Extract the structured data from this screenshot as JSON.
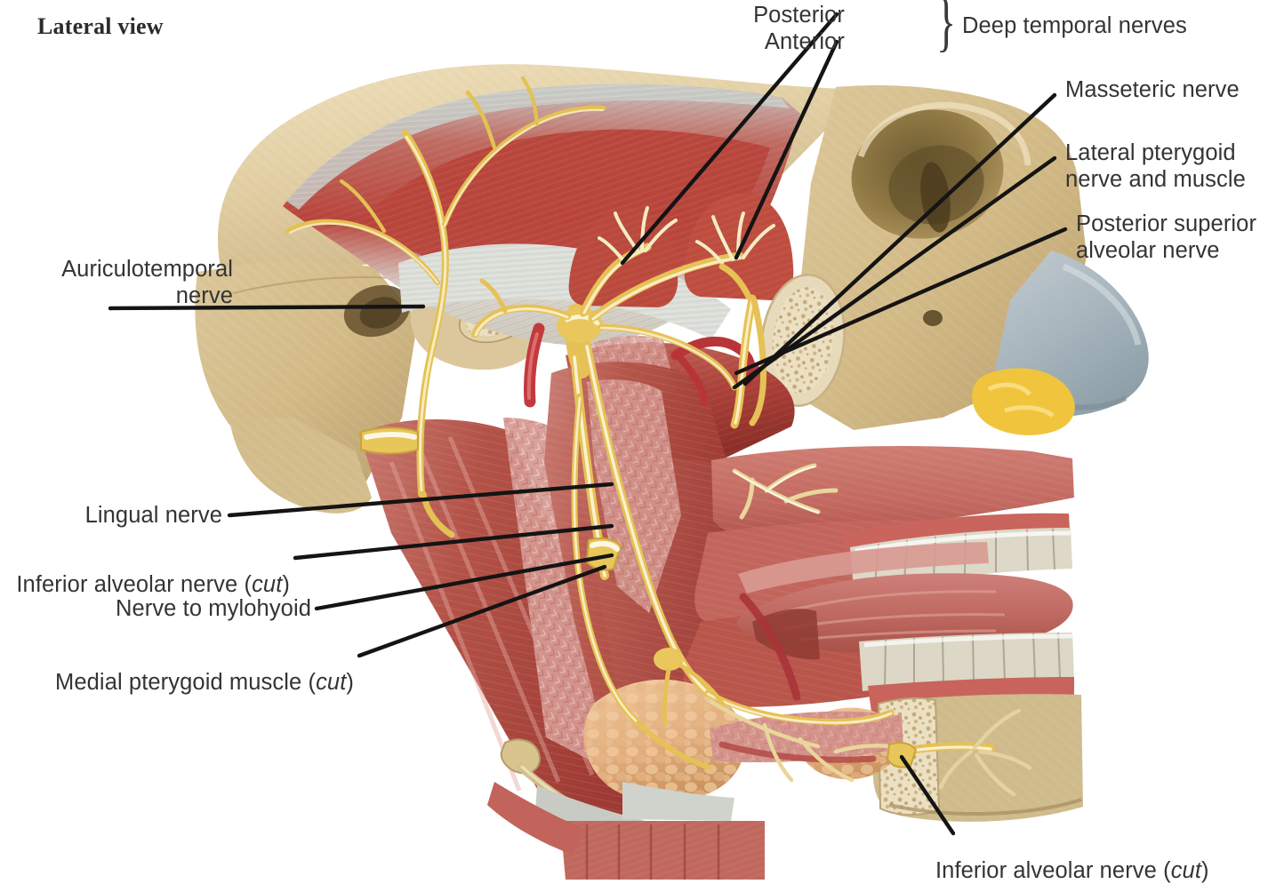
{
  "figure": {
    "view_title": "Lateral view",
    "background": "#ffffff",
    "label_color": "#343434",
    "leader_color": "#141414"
  },
  "palette": {
    "bone_light": "#e6d5ae",
    "bone_mid": "#d8c394",
    "bone_dark": "#bfa470",
    "bone_shadow": "#9b8149",
    "cancellous": "#c2a878",
    "muscle_red": "#b4453c",
    "muscle_red_deep": "#8e2f2a",
    "muscle_pink": "#cf7b72",
    "muscle_pale": "#dda49b",
    "tendon_gray": "#cfd2cd",
    "tendon_white": "#e7e9e4",
    "nerve_yellow": "#e8c659",
    "nerve_pale": "#f2e6b4",
    "nerve_white": "#fbf6e2",
    "artery_red": "#c43b3f",
    "gland_tan": "#e8b98a",
    "fat_yellow": "#f0c73f",
    "cartilage_blue": "#a9b6bd",
    "tooth_white": "#dedacb",
    "gingiva": "#c9625c",
    "tongue": "#c06a62"
  },
  "bracket_group": {
    "glyph": "}",
    "title": "Deep temporal nerves",
    "items": [
      {
        "label": "Posterior"
      },
      {
        "label": "Anterior"
      }
    ]
  },
  "labels_right": [
    {
      "id": "masseteric-nerve",
      "text": "Masseteric nerve"
    },
    {
      "id": "lateral-pterygoid",
      "text": "Lateral pterygoid\nnerve and muscle"
    },
    {
      "id": "posterior-superior-alveolar",
      "text": "Posterior superior\nalveolar nerve"
    }
  ],
  "labels_left": [
    {
      "id": "auriculotemporal-nerve",
      "text": "Auriculotemporal\nnerve"
    },
    {
      "id": "lingual-nerve",
      "text": "Lingual nerve"
    },
    {
      "id": "inferior-alveolar-nerve-cut",
      "text": "Inferior alveolar nerve (",
      "em": "cut",
      "tail": ")"
    },
    {
      "id": "nerve-to-mylohyoid",
      "text": "Nerve to mylohyoid"
    },
    {
      "id": "medial-pterygoid-muscle-cut",
      "text": "Medial pterygoid muscle (",
      "em": "cut",
      "tail": ")"
    }
  ],
  "labels_bottom": [
    {
      "id": "inferior-alveolar-nerve-cut-2",
      "text": "Inferior alveolar nerve (",
      "em": "cut",
      "tail": ")"
    }
  ]
}
